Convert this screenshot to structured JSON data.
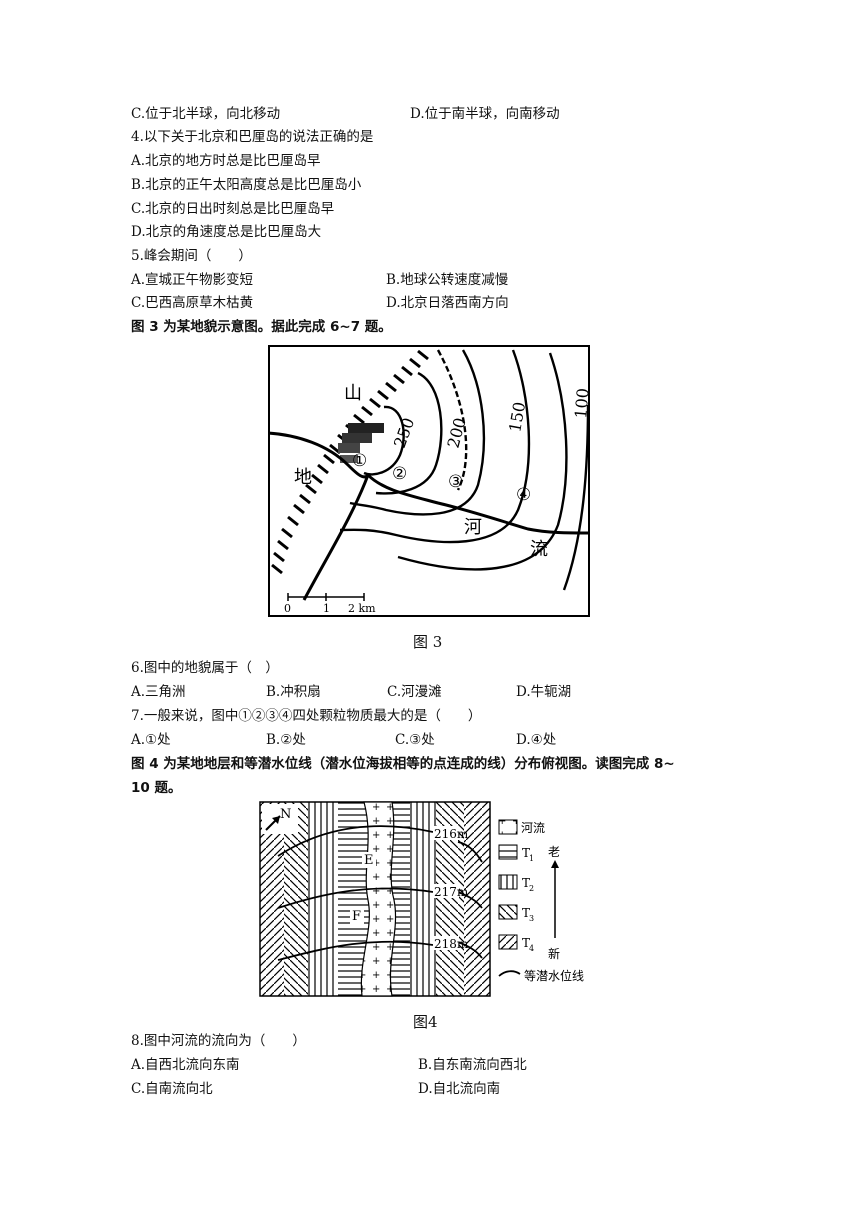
{
  "q3_options": {
    "c": "C.位于北半球，向北移动",
    "d": "D.位于南半球，向南移动"
  },
  "q4": {
    "stem": "4.以下关于北京和巴厘岛的说法正确的是",
    "a": "A.北京的地方时总是比巴厘岛早",
    "b": "B.北京的正午太阳高度总是比巴厘岛小",
    "c": "C.北京的日出时刻总是比巴厘岛早",
    "d": "D.北京的角速度总是比巴厘岛大"
  },
  "q5": {
    "stem": "5.峰会期间（　　）",
    "a": "A.宣城正午物影变短",
    "b": "B.地球公转速度减慢",
    "c": "C.巴西高原草木枯黄",
    "d": "D.北京日落西南方向"
  },
  "intro_fig3": "图 3 为某地貌示意图。据此完成 6~7 题。",
  "fig3": {
    "caption": "图 3",
    "label_shan": "山",
    "label_di": "地",
    "label_he": "河",
    "label_liu": "流",
    "contour_250": "250",
    "contour_200": "200",
    "contour_150": "150",
    "contour_100": "100",
    "point1": "①",
    "point2": "②",
    "point3": "③",
    "point4": "④",
    "scale_0": "0",
    "scale_1": "1",
    "scale_2": "2 km"
  },
  "q6": {
    "stem": "6.图中的地貌属于（　）",
    "a": "A.三角洲",
    "b": "B.冲积扇",
    "c": "C.河漫滩",
    "d": "D.牛轭湖"
  },
  "q7": {
    "stem": "7.一般来说，图中①②③④四处颗粒物质最大的是（　　）",
    "a": "A.①处",
    "b": "B.②处",
    "c": "C.③处",
    "d": "D.④处"
  },
  "intro_fig4_line1": "图 4 为某地地层和等潜水位线（潜水位海拔相等的点连成的线）分布俯视图。读图完成 8~",
  "intro_fig4_line2": "10 题。",
  "fig4": {
    "caption": "图4",
    "north": "N",
    "iso_216": "216m",
    "iso_217": "217m",
    "iso_218": "218m",
    "label_e": "E",
    "label_f": "F",
    "legend_river": "河流",
    "legend_t1": "T",
    "legend_t1_sub": "1",
    "legend_t2": "T",
    "legend_t2_sub": "2",
    "legend_t3": "T",
    "legend_t3_sub": "3",
    "legend_t4": "T",
    "legend_t4_sub": "4",
    "legend_old": "老",
    "legend_new": "新",
    "legend_iso": "等潜水位线"
  },
  "q8": {
    "stem": "8.图中河流的流向为（　　）",
    "a": "A.自西北流向东南",
    "b": "B.自东南流向西北",
    "c": "C.自南流向北",
    "d": "D.自北流向南"
  }
}
